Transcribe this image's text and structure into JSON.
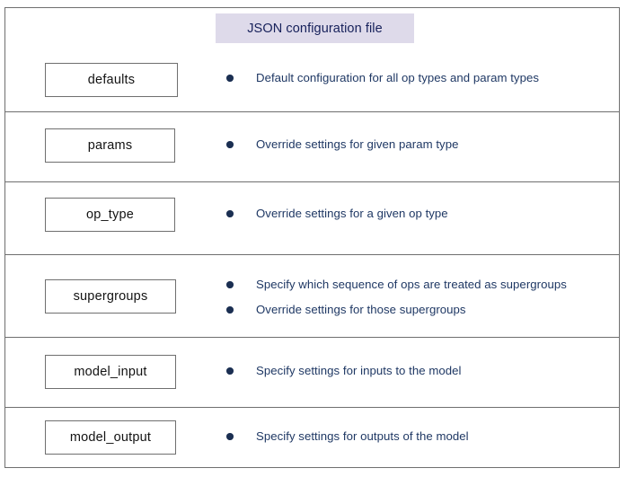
{
  "diagram": {
    "title": "JSON configuration file",
    "colors": {
      "banner_background": "#dedaea",
      "banner_text": "#16205a",
      "frame_border": "#6f6f6f",
      "box_border": "#6f6f6f",
      "box_label_text": "#131313",
      "bullet": "#1b2f52",
      "bullet_text": "#1f3864",
      "page_background": "#ffffff"
    },
    "rows": [
      {
        "label": "defaults",
        "bullets": [
          "Default configuration for all op types and param types"
        ]
      },
      {
        "label": "params",
        "bullets": [
          "Override settings for given param type"
        ]
      },
      {
        "label": "op_type",
        "bullets": [
          "Override settings for a given op type"
        ]
      },
      {
        "label": "supergroups",
        "bullets": [
          "Specify which sequence of ops are treated as supergroups",
          "Override settings for those supergroups"
        ]
      },
      {
        "label": "model_input",
        "bullets": [
          "Specify settings for inputs to the model"
        ]
      },
      {
        "label": "model_output",
        "bullets": [
          "Specify settings for outputs of the model"
        ]
      }
    ]
  }
}
